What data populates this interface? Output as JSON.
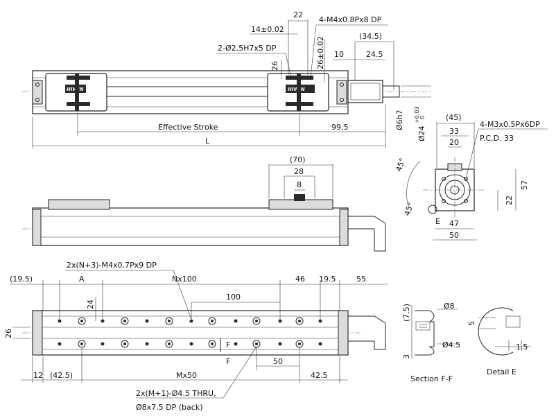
{
  "labels": {
    "dim_22_top": "22",
    "thread_top": "4-M4x0.8Px8 DP",
    "dim_14": "14±0.02",
    "dim_34_5": "(34.5)",
    "pin_holes": "2-Ø2.5H7x5 DP",
    "dim_10": "10",
    "dim_24_5": "24.5",
    "dim_26_v": "26",
    "dim_26_tol": "26±0.02",
    "dim_6h7": "Ø6h7",
    "dim_24_shaft": "Ø24",
    "tol_plus": "+0.03",
    "tol_zero": "0",
    "effective_stroke": "Effective Stroke",
    "dim_99_5": "99.5",
    "dim_L": "L",
    "dim_45_paren": "(45)",
    "thread_flange": "4-M3x0.5Px6DP",
    "pcd": "P.C.D. 33",
    "dim_33": "33",
    "dim_20": "20",
    "angle_45_top": "45°",
    "angle_45_bot": "45°",
    "dim_57": "57",
    "dim_22_right": "22",
    "label_E": "E",
    "dim_47": "47",
    "dim_50_right": "50",
    "dim_70": "(70)",
    "dim_28": "28",
    "dim_8": "8",
    "holes_top": "2x(N+3)-M4x0.7Px9 DP",
    "dim_19_5_left": "(19.5)",
    "label_A": "A",
    "dim_Nx100": "Nx100",
    "dim_46": "46",
    "dim_19_5_right": "19.5",
    "dim_55": "55",
    "dim_100": "100",
    "dim_24_left": "24",
    "dim_26_left": "26",
    "label_F_top": "F",
    "label_F_bot": "F",
    "dim_50_bottom": "50",
    "dim_12": "12",
    "dim_42_5_left": "(42.5)",
    "dim_Mx50": "Mx50",
    "dim_42_5_right": "42.5",
    "holes_bottom_1": "2x(M+1)-Ø4.5 THRU,",
    "holes_bottom_2": "Ø8x7.5 DP (back)",
    "dim_7_5": "(7.5)",
    "dim_phi8": "Ø8",
    "dim_3": "3",
    "dim_phi4_5": "Ø4.5",
    "section_FF": "Section F-F",
    "dim_5": "5",
    "dim_1_5": "1.5",
    "detail_E": "Detail E",
    "logo_1": "HIWIN",
    "logo_2": "HIWIN"
  }
}
